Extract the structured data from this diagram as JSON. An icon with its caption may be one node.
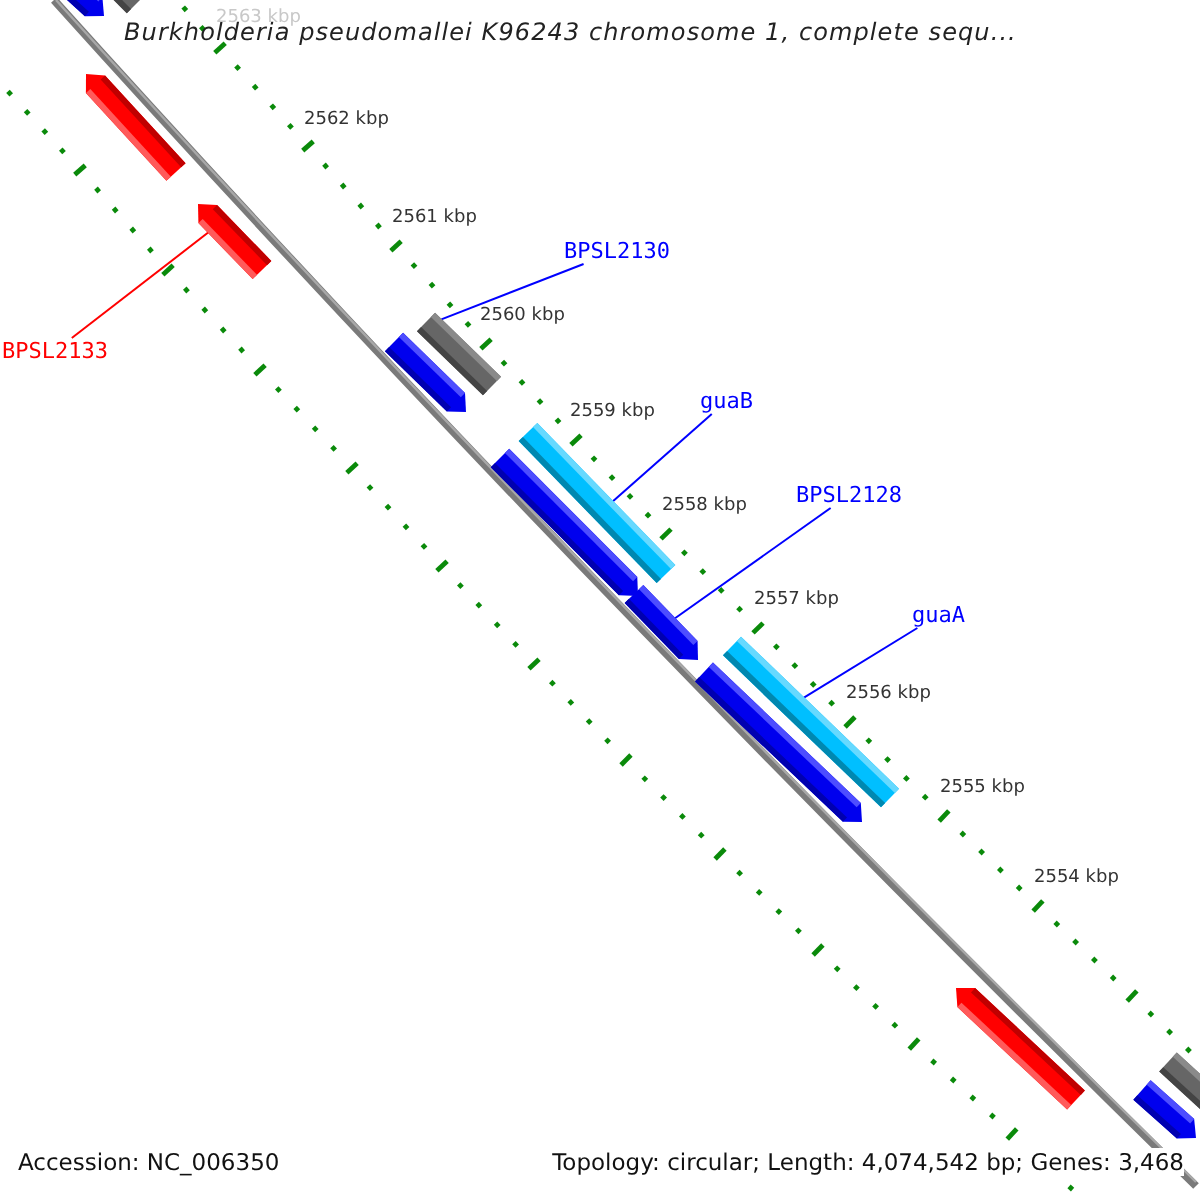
{
  "diagram": {
    "title": "Burkholderia pseudomallei K96243 chromosome 1, complete sequ...",
    "nodes": [
      {
        "text": [
          "BPSL2130"
        ]
      },
      {
        "text": [
          "BPSL2133"
        ]
      },
      {
        "text": [
          "guaB"
        ]
      },
      {
        "text": [
          "BPSL2128"
        ]
      },
      {
        "text": [
          "guaA"
        ]
      },
      {
        "text": [],
        "shape": "bar"
      },
      {
        "text": [],
        "shape": "bar"
      },
      {
        "text": [],
        "shape": "bar"
      },
      {
        "text": [],
        "shape": "bar"
      },
      {
        "text": [],
        "shape": "bar"
      },
      {
        "text": [],
        "shape": "bar"
      },
      {
        "text": [],
        "shape": "bar"
      },
      {
        "text": [],
        "shape": "bar"
      },
      {
        "text": [],
        "shape": "bar"
      },
      {
        "text": [],
        "shape": "bar"
      },
      {
        "text": [],
        "shape": "bar"
      },
      {
        "text": [],
        "shape": "bar"
      },
      {
        "text": [],
        "shape": "bar"
      },
      {
        "text": [],
        "shape": "bar"
      }
    ],
    "edges": [
      {
        "from": 0,
        "to": 9,
        "arrow": "none"
      },
      {
        "from": 1,
        "to": 8,
        "arrow": "none",
        "color": "#ff0000"
      },
      {
        "from": 2,
        "to": 11,
        "arrow": "none"
      },
      {
        "from": 3,
        "to": 13,
        "arrow": "none"
      },
      {
        "from": 4,
        "to": 14,
        "arrow": "none"
      }
    ],
    "labels": [
      "2563 kbp",
      "2562 kbp",
      "2561 kbp",
      "2560 kbp",
      "2559 kbp",
      "2558 kbp",
      "2557 kbp",
      "2556 kbp",
      "2555 kbp",
      "2554 kbp",
      "Accession: NC_006350",
      "Topology: circular; Length: 4,074,542 bp; Genes: 3,468"
    ]
  }
}
